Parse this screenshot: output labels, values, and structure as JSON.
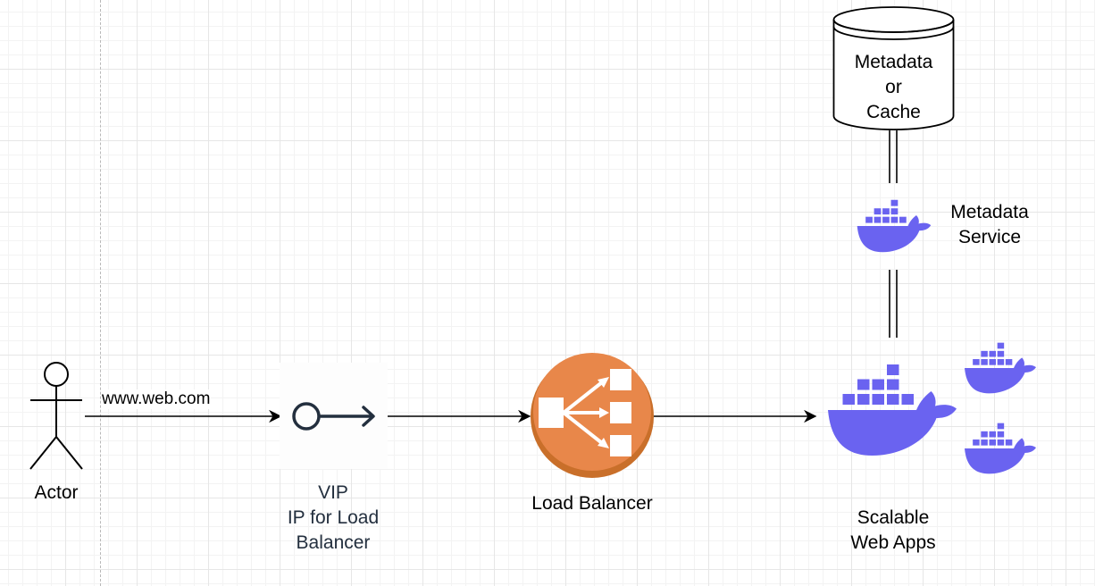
{
  "colors": {
    "docker": "#6A63F0",
    "load_balancer_outer": "#C96F2A",
    "load_balancer_inner": "#E8874A",
    "vip_icon": "#232F3E",
    "line": "#000000"
  },
  "nodes": {
    "actor": {
      "label": "Actor",
      "icon": "stick-figure-icon"
    },
    "vip": {
      "lines": [
        "VIP",
        "IP for Load",
        "Balancer"
      ],
      "icon": "endpoint-icon"
    },
    "load_balancer": {
      "label": "Load Balancer",
      "icon": "load-balancer-icon"
    },
    "web_apps": {
      "lines": [
        "Scalable",
        "Web Apps"
      ],
      "icon": "docker-whale-icon"
    },
    "metadata_service": {
      "lines": [
        "Metadata",
        "Service"
      ],
      "icon": "docker-whale-icon"
    },
    "metadata_store": {
      "lines": [
        "Metadata",
        "or",
        "Cache"
      ],
      "icon": "database-cylinder-icon"
    }
  },
  "edges": {
    "actor_to_vip": {
      "label": "www.web.com"
    }
  }
}
